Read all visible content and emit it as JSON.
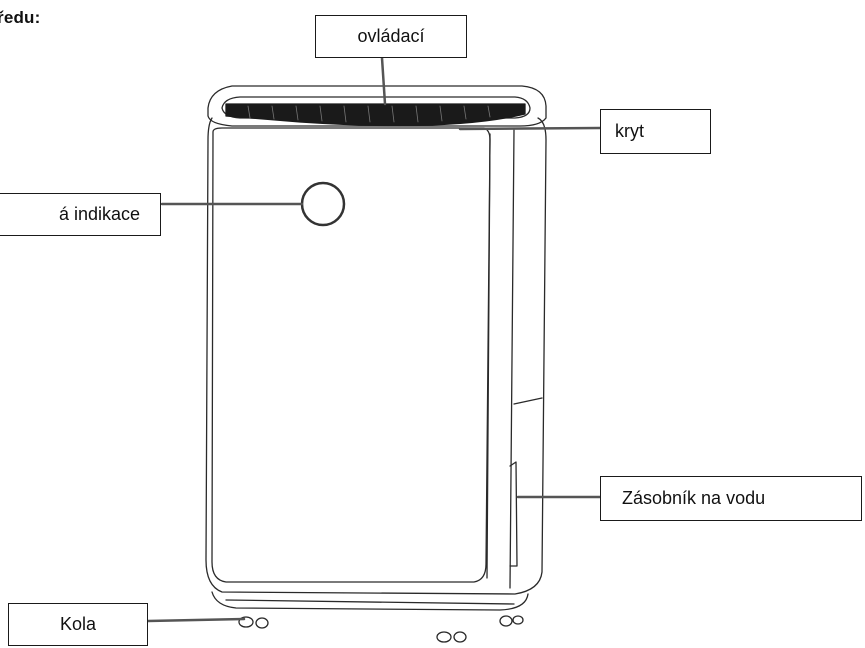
{
  "heading": "ředu:",
  "labels": {
    "controls": "ovládací",
    "cover": "kryt",
    "indicator": "á indikace",
    "tank": "Zásobník na vodu",
    "wheels": "Kola"
  }
}
